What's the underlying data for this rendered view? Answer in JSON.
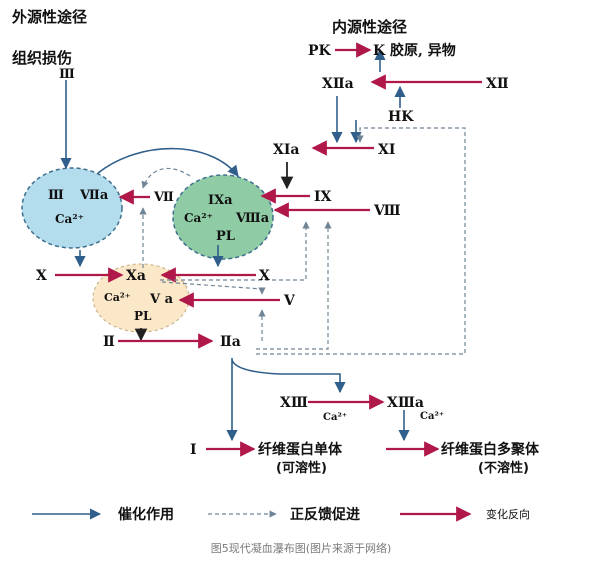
{
  "headings": {
    "extrinsic": "外源性途径",
    "intrinsic": "内源性途径",
    "tissue_injury": "组织损伤"
  },
  "factors": {
    "III_top": "Ⅲ",
    "PK": "PK",
    "K_collagen": "K 胶原, 异物",
    "XIIa": "XⅡa",
    "XII": "XⅡ",
    "HK": "HK",
    "XIa": "XⅠa",
    "XI": "XⅠ",
    "IX": "ⅠX",
    "VIII": "Ⅷ",
    "VII": "Ⅶ",
    "X_left": "X",
    "Xa": "Xa",
    "X_right": "X",
    "V": "V",
    "II": "Ⅱ",
    "IIa": "Ⅱa",
    "XIII": "XⅢ",
    "XIIIa": "XⅢa",
    "I": "Ⅰ",
    "Ca_xiii": "Ca²⁺",
    "Ca_xiiia": "Ca²⁺"
  },
  "complexes": {
    "c1": {
      "l1a": "Ⅲ",
      "l1b": "Ⅶa",
      "ca": "Ca²⁺",
      "color": "#b3dcec"
    },
    "c2": {
      "l1a": "ⅠXa",
      "l2a": "Ca²⁺",
      "l2b": "Ⅷa",
      "pl": "PL",
      "color": "#8fcba4"
    },
    "c3": {
      "ca": "Ca²⁺",
      "va": "V a",
      "pl": "PL",
      "color": "#fbe8c8"
    }
  },
  "products": {
    "fibrin_mono": "纤维蛋白单体",
    "soluble": "(可溶性)",
    "fibrin_poly": "纤维蛋白多聚体",
    "insoluble": "(不溶性)"
  },
  "legend": {
    "catalysis": "催化作用",
    "positive_feedback": "正反馈促进",
    "change_direction": "变化反向"
  },
  "caption": "图5现代凝血瀑布图(图片来源于网络)",
  "colors": {
    "blue_arrow": "#2f5f8a",
    "red_arrow": "#b0184a",
    "dashed": "#6f8597",
    "caption": "#7a7a7a"
  }
}
